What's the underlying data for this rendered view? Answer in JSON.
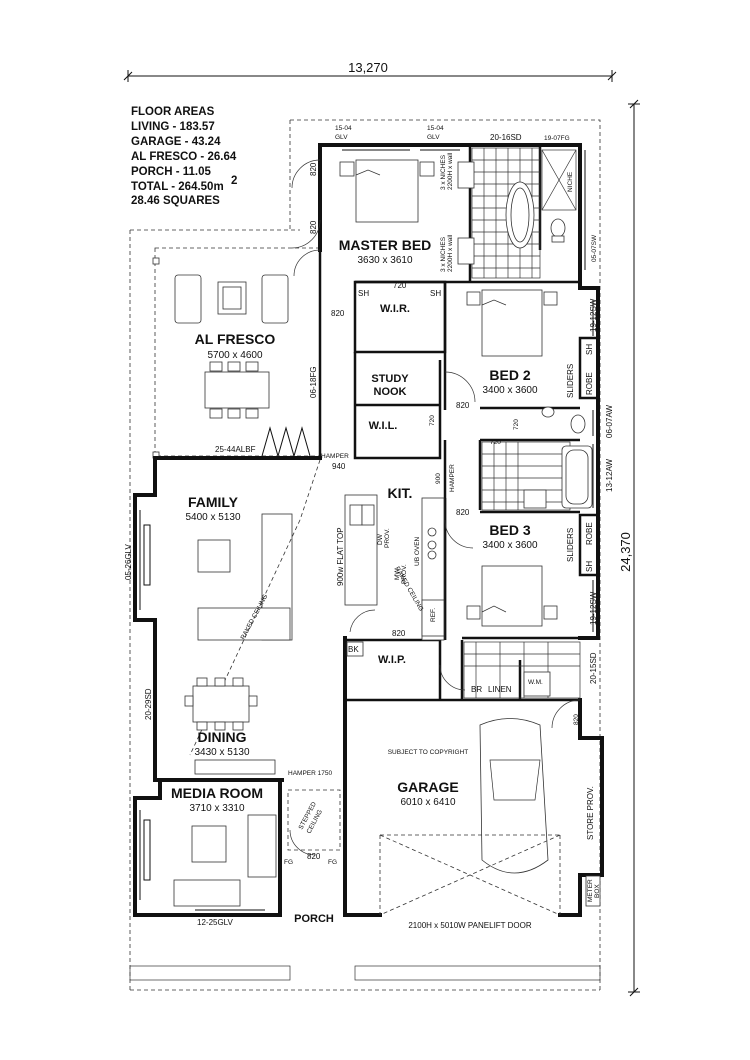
{
  "dimensions": {
    "overall_width": "13,270",
    "overall_depth": "24,370"
  },
  "floor_areas": {
    "title": "FLOOR AREAS",
    "lines": [
      "LIVING - 183.57",
      "GARAGE - 43.24",
      "AL FRESCO - 26.64",
      "PORCH - 11.05",
      "TOTAL - 264.50m",
      "28.46 SQUARES"
    ],
    "total_superscript": "2"
  },
  "rooms": {
    "master_bed": {
      "name": "MASTER BED",
      "size": "3630 x 3610"
    },
    "al_fresco": {
      "name": "AL FRESCO",
      "size": "5700 x 4600"
    },
    "bed2": {
      "name": "BED 2",
      "size": "3400 x 3600"
    },
    "bed3": {
      "name": "BED 3",
      "size": "3400 x 3600"
    },
    "family": {
      "name": "FAMILY",
      "size": "5400 x 5130"
    },
    "dining": {
      "name": "DINING",
      "size": "3430 x 5130"
    },
    "media": {
      "name": "MEDIA ROOM",
      "size": "3710 x 3310"
    },
    "garage": {
      "name": "GARAGE",
      "size": "6010 x 6410"
    },
    "kitchen": {
      "name": "KIT."
    },
    "study": {
      "name": "STUDY\nNOOK",
      "line1": "STUDY",
      "line2": "NOOK"
    },
    "wir": {
      "name": "W.I.R."
    },
    "wil": {
      "name": "W.I.L."
    },
    "wip": {
      "name": "W.I.P."
    },
    "porch": {
      "name": "PORCH"
    }
  },
  "labels": {
    "glv_15_04_a": "15-04",
    "glv_a": "GLV",
    "glv_15_04_b": "15-04",
    "glv_b": "GLV",
    "sd_20_16": "20-16SD",
    "fg_19_07": "19-07FG",
    "niches_a": "3 x NICHES",
    "niches_a2": "2200H x wall",
    "niches_b": "3 x NICHES",
    "niches_b2": "2200H x wall",
    "niche": "NICHE",
    "sw_05_07": "05-07SW",
    "sw_19_12_a": "19-12SW",
    "sw_19_12_b": "19-12SW",
    "aw_06_07": "06-07AW",
    "aw_13_12": "13-12AW",
    "sd_20_15": "20-15SD",
    "fg_06_18": "06-18FG",
    "albf": "25-44ALBF",
    "glv_05_26": "05-26GLV",
    "sd_20_29": "20-29SD",
    "glv_12_25": "12-25GLV",
    "d820_1": "820",
    "d820_2": "820",
    "d820_3": "820",
    "d820_4": "820",
    "d820_5": "820",
    "d820_6": "820",
    "d820_7": "820",
    "d820_8": "820",
    "d720_1": "720",
    "d720_2": "720",
    "d720_3": "720",
    "d720_4": "720",
    "d940": "940",
    "d900": "900",
    "sh1": "SH",
    "sh2": "SH",
    "sh3": "SH",
    "sh4": "SH",
    "sliders1": "SLIDERS",
    "robe1": "ROBE",
    "sliders2": "SLIDERS",
    "robe2": "ROBE",
    "hamper1": "HAMPER",
    "hamper2": "HAMPER",
    "hamper3": "HAMPER 1750",
    "flat_top": "900w FLAT TOP",
    "dw_prov": "DW",
    "dw_prov2": "PROV.",
    "ub_oven": "UB OVEN",
    "mw_prov": "MW",
    "mw_prov2": "PROV.",
    "ref": "REF.",
    "raked_ceiling_kit": "RAKED CEILING",
    "raked_ceiling_fam": "RAKED CEILING",
    "stepped_ceiling": "STEPPED",
    "stepped_ceiling2": "CEILING",
    "bk": "BK",
    "br": "BR",
    "linen": "LINEN",
    "wm": "W.M.",
    "copyright": "SUBJECT TO COPYRIGHT",
    "store_prov": "STORE PROV.",
    "meter_box": "METER",
    "meter_box2": "BOX",
    "panelift": "2100H x 5010W PANELIFT DOOR",
    "fg1": "FG",
    "fg2": "FG"
  }
}
